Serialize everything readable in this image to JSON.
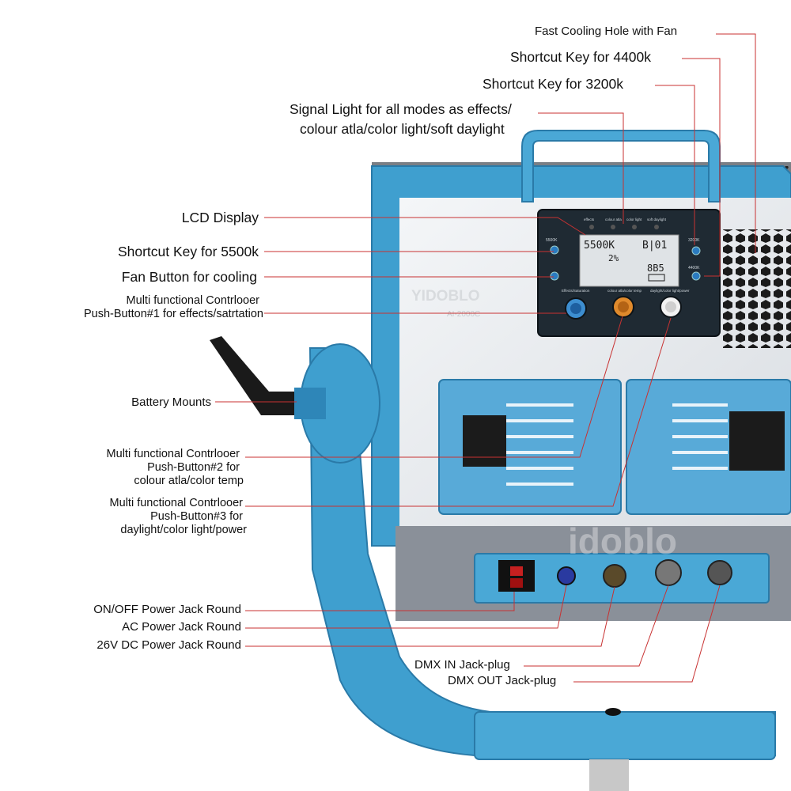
{
  "labels": {
    "fast_cooling": "Fast Cooling Hole with Fan",
    "shortcut_4400": "Shortcut Key for 4400k",
    "shortcut_3200": "Shortcut Key for 3200k",
    "signal_light_1": "Signal Light for all modes as effects/",
    "signal_light_2": "colour atla/color light/soft daylight",
    "lcd_display": "LCD Display",
    "shortcut_5500": "Shortcut Key for 5500k",
    "fan_button": "Fan Button for cooling",
    "controller1_1": "Multi functional Contrlooer",
    "controller1_2": "Push-Button#1 for effects/satrtation",
    "battery_mounts": "Battery Mounts",
    "controller2_1": "Multi functional Contrlooer",
    "controller2_2": "Push-Button#2 for",
    "controller2_3": "colour atla/color temp",
    "controller3_1": "Multi functional Contrlooer",
    "controller3_2": "Push-Button#3 for",
    "controller3_3": "daylight/color light/power",
    "onoff_jack": "ON/OFF Power Jack Round",
    "ac_jack": "AC Power Jack Round",
    "dc_jack": "26V DC Power Jack Round",
    "dmx_in": "DMX IN Jack-plug",
    "dmx_out": "DMX OUT Jack-plug"
  },
  "device": {
    "model": "YIDOBLO",
    "model_sub": "AI-2000C",
    "watermark": "idoblo",
    "key_5500": "5500K",
    "key_3200": "3200K",
    "key_4400": "4400K",
    "signal_effects": "effects",
    "signal_colour": "colour atla",
    "signal_color_light": "color light",
    "signal_soft": "soft daylight",
    "knob1_label": "Effects/Saturation",
    "knob2_label": "colour atla/color temp",
    "knob3_label": "daylight/color light/power",
    "lcd": {
      "cct": "5500K",
      "mode": "B|01",
      "percent": "2%",
      "code": "8B5"
    }
  },
  "colors": {
    "frame_blue": "#3f9fcf",
    "leader_red": "#c83232",
    "panel_dark": "#1f2a33"
  }
}
